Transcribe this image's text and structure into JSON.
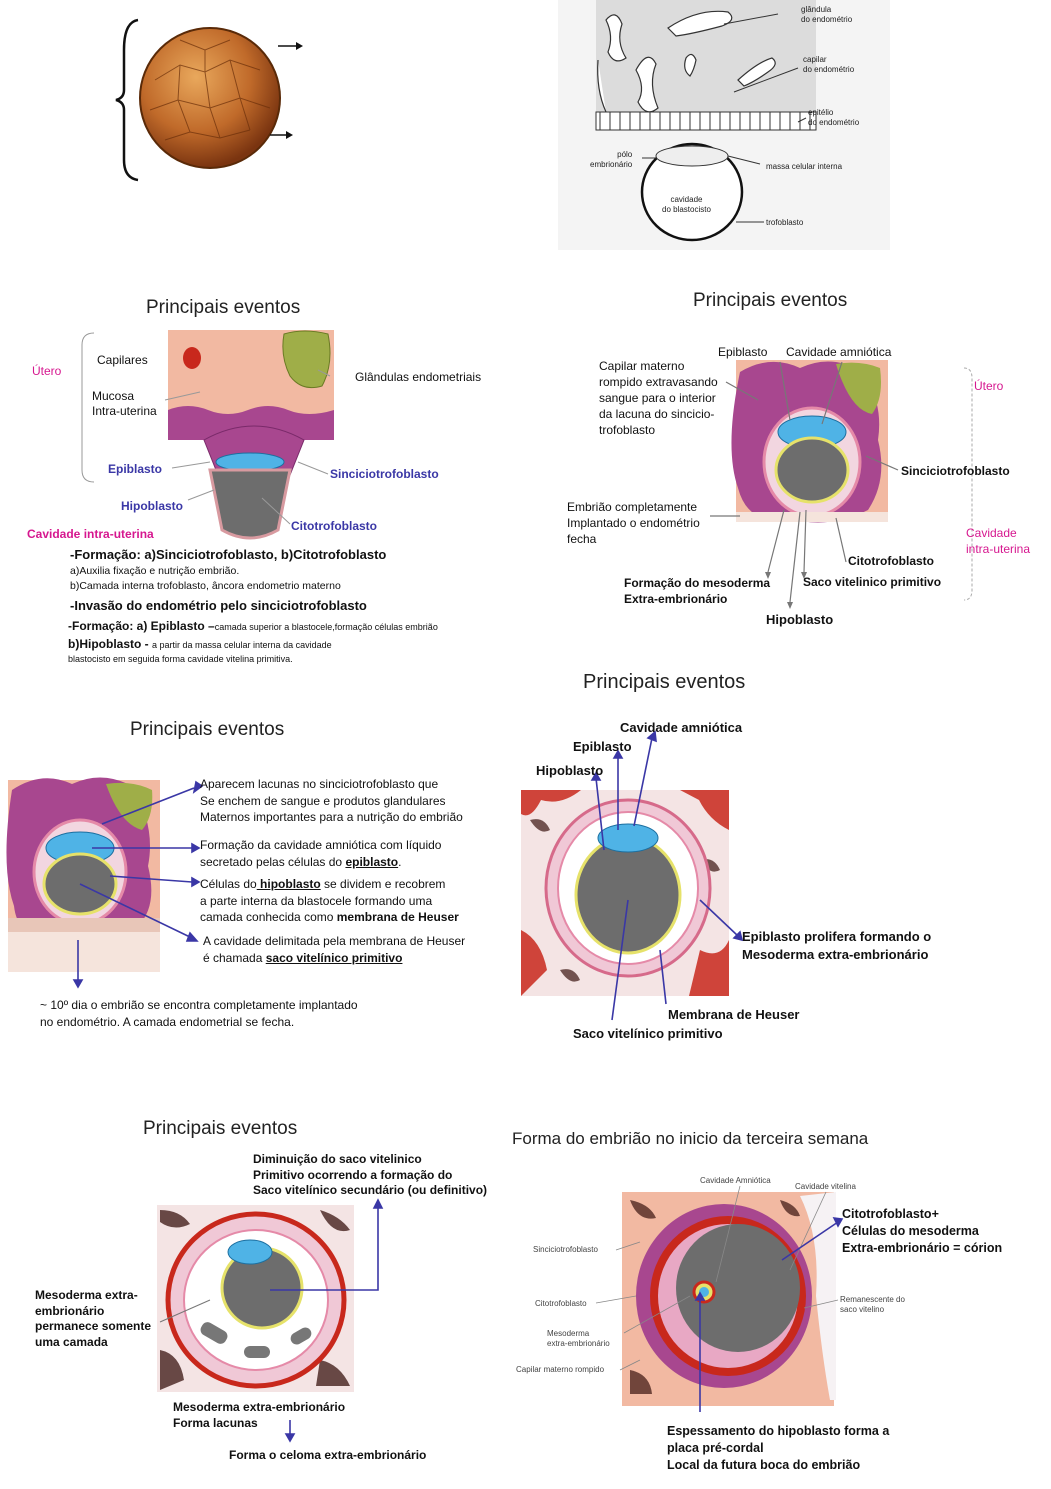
{
  "panel1": {
    "labels": {
      "gland": "glândula\ndo endométrio",
      "capillary": "capilar\ndo endométrio",
      "epithelium": "epitélio\ndo endométrio",
      "embryonic_pole": "pólo\nembrionário",
      "inner_cell_mass": "massa celular interna",
      "cavity": "cavidade\ndo blastocisto",
      "trophoblast": "trofoblasto"
    }
  },
  "panel2": {
    "title": "Principais eventos",
    "utero": "Útero",
    "capilares": "Capilares",
    "mucosa": "Mucosa\nIntra-uterina",
    "glandulas": "Glândulas endometriais",
    "epiblasto": "Epiblasto",
    "sincicio": "Sinciciotrofoblasto",
    "hipoblasto": "Hipoblasto",
    "citotrofo": "Citotrofoblasto",
    "cavidade": "Cavidade intra-uterina",
    "text_lines": [
      "-Formação: a)Sinciciotrofoblasto, b)Citotrofoblasto",
      "a)Auxilia fixação e nutrição embrião.",
      "b)Camada interna trofoblasto, âncora endometrio materno",
      "-Invasão do endométrio pelo sinciciotrofoblasto",
      "-Formação: a) Epiblasto –",
      "camada superior a blastocele,formação células embrião",
      "b)Hipoblasto -",
      "a partir da massa celular interna da cavidade",
      "blastocisto em seguida forma cavidade vitelina primitiva."
    ]
  },
  "panel3": {
    "title": "Principais eventos",
    "epiblasto": "Epiblasto",
    "cav_amniotica": "Cavidade amniótica",
    "capilar": "Capilar materno\nrompido extravasando\nsangue para o interior\nda lacuna do sincicio-\ntrofoblasto",
    "utero": "Útero",
    "sincicio": "Sinciciotrofoblasto",
    "embriao": "Embrião completamente\nImplantado o endométrio\nfecha",
    "cavidade": "Cavidade\nintra-uterina",
    "citotrofo": "Citotrofoblasto",
    "mesoderma": "Formação do mesoderma\nExtra-embrionário",
    "saco": "Saco vitelinico primitivo",
    "hipoblasto": "Hipoblasto"
  },
  "panel4": {
    "title": "Principais eventos",
    "n1": "Aparecem lacunas no sinciciotrofoblasto que\nSe enchem de sangue e produtos glandulares\nMaternos importantes para a nutrição do embrião",
    "n2a": "Formação da cavidade amniótica com líquido\nsecretado pelas células do ",
    "n2b": "epiblasto",
    "n2c": ".",
    "n3a": "Células do",
    "n3b": " hipoblasto",
    "n3c": " se dividem e recobrem\na parte interna da blastocele formando uma\ncamada conhecida como ",
    "n3d": "membrana de Heuser",
    "n4a": "A cavidade delimitada pela membrana de Heuser\né chamada ",
    "n4b": "saco vitelínico primitivo",
    "bottom": "~ 10º dia o embrião se encontra completamente implantado\nno endométrio. A camada endometrial se fecha."
  },
  "panel5": {
    "title": "Principais eventos",
    "cav_amniotica": "Cavidade amniótica",
    "epiblasto": "Epiblasto",
    "hipoblasto": "Hipoblasto",
    "epi_prolif": "Epiblasto prolifera formando o\nMesoderma extra-embrionário",
    "heuser": "Membrana de Heuser",
    "saco": "Saco vitelínico primitivo"
  },
  "panel6": {
    "title": "Principais eventos",
    "diminuicao": "Diminuição do saco vitelinico\nPrimitivo ocorrendo a formação do\nSaco vitelínico secundário (ou definitivo)",
    "meso_left": "Mesoderma extra-\nembrionário\npermanece somente\numa camada",
    "meso_bottom": "Mesoderma extra-embrionário\nForma lacunas",
    "celoma": "Forma o celoma extra-embrionário"
  },
  "panel7": {
    "title": "Forma do embrião no inicio da terceira semana",
    "cav_amn": "Cavidade Amniótica",
    "cav_vit": "Cavidade vitelina",
    "corion": "Citotrofoblasto+\nCélulas do mesoderma\nExtra-embrionário = córion",
    "sincicio": "Sinciciotrofoblasto",
    "citotrofo": "Citotrofoblasto",
    "mesoderma": "Mesoderma\nextra-embrionário",
    "remanescente": "Remanescente do\nsaco vitelino",
    "capilar": "Capilar materno rompido",
    "espessamento": "Espessamento do hipoblasto forma a\nplaca pré-cordal\nLocal da futura boca do embrião"
  },
  "colors": {
    "syncytio": "#a8478f",
    "endometrium": "#f2b9a2",
    "amnion": "#4fb3e6",
    "yolk": "#555555",
    "arrow": "#3a37a6",
    "accent_pink": "#d6178f"
  }
}
